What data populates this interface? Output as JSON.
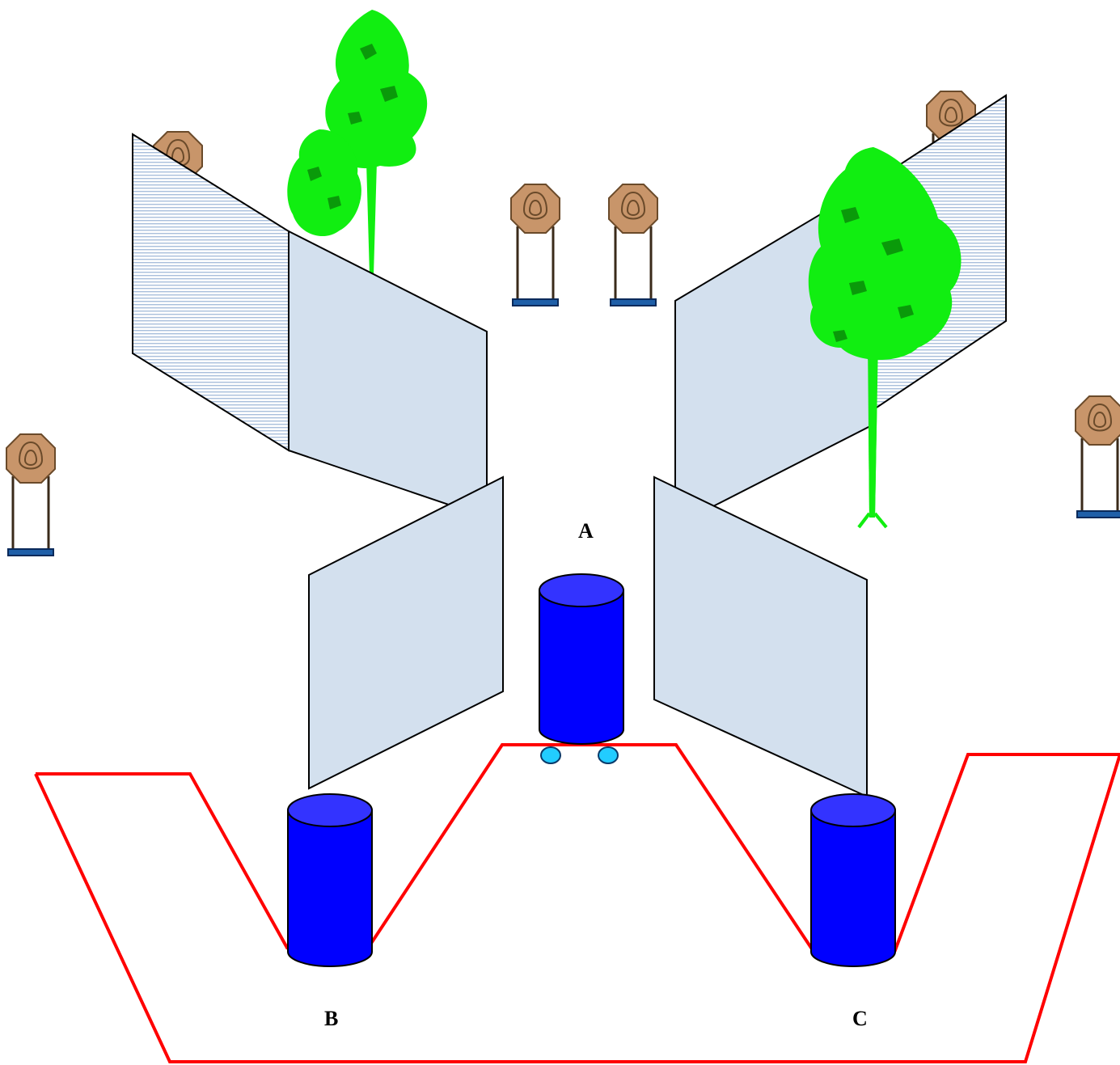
{
  "labels": {
    "a": "A",
    "b": "B",
    "c": "C"
  },
  "colors": {
    "barrel_fill": "#0000ff",
    "barrel_top": "#3333ff",
    "fault_line": "#ff0000",
    "wall_fill": "#d3e0ee",
    "wall_stripe": "#9fb6d8",
    "tree_light": "#11ee11",
    "tree_dark": "#0a9a0a",
    "target_fill": "#c8956a",
    "target_stand": "#1f5fa8",
    "foot_marker": "#22ccff"
  },
  "icons": [
    "barrel",
    "wall",
    "tree",
    "steel-target",
    "foot-marker",
    "fault-line"
  ]
}
